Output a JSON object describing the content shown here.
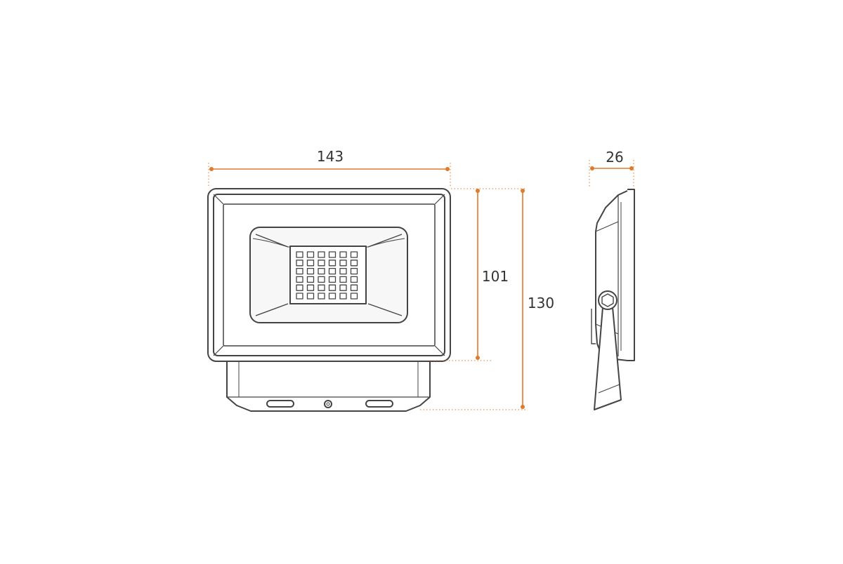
{
  "dimensions": {
    "width": "143",
    "depth": "26",
    "front_height": "101",
    "total_height": "130"
  },
  "colors": {
    "background": "#ffffff",
    "outline": "#444444",
    "dimension": "#e07a2c",
    "fill_light": "#f2f2f2"
  },
  "led_grid": {
    "rows": 6,
    "cols": 6
  }
}
